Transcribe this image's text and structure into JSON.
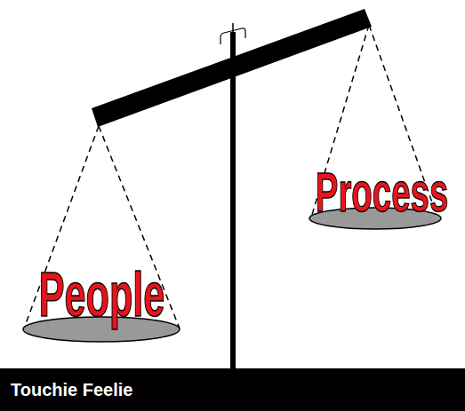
{
  "diagram": {
    "nodes": [
      {
        "text": [
          "People"
        ]
      },
      {
        "text": [
          "Process"
        ]
      },
      {
        "text": [
          "Touchie Feelie"
        ]
      }
    ]
  }
}
